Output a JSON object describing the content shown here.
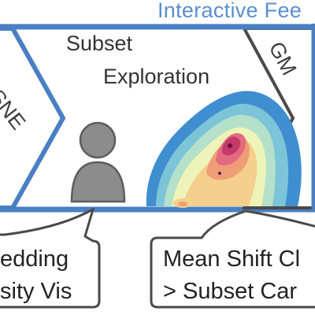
{
  "feedback_label": "Interactive Fee",
  "stages": {
    "left_clipped": "t-SNE",
    "subset": [
      "Subset",
      "Exploration"
    ],
    "right_clipped": "GM"
  },
  "boxes": {
    "left": [
      "edding",
      "sity Vis"
    ],
    "right": [
      "Mean Shift Cl",
      "> Subset Car"
    ]
  },
  "colors": {
    "feedback_blue": "#4a7fc4",
    "chevron_dark": "#4a4a4a",
    "person_gray": "#8c8c8c",
    "density": [
      "#3f8fd0",
      "#7cc4d8",
      "#b5e0c9",
      "#eef4b8",
      "#f5cf8c",
      "#ef9d77",
      "#e26a7e",
      "#c43a6a",
      "#8b1a5b"
    ]
  },
  "icons": [
    "person-icon",
    "density-heatmap"
  ]
}
